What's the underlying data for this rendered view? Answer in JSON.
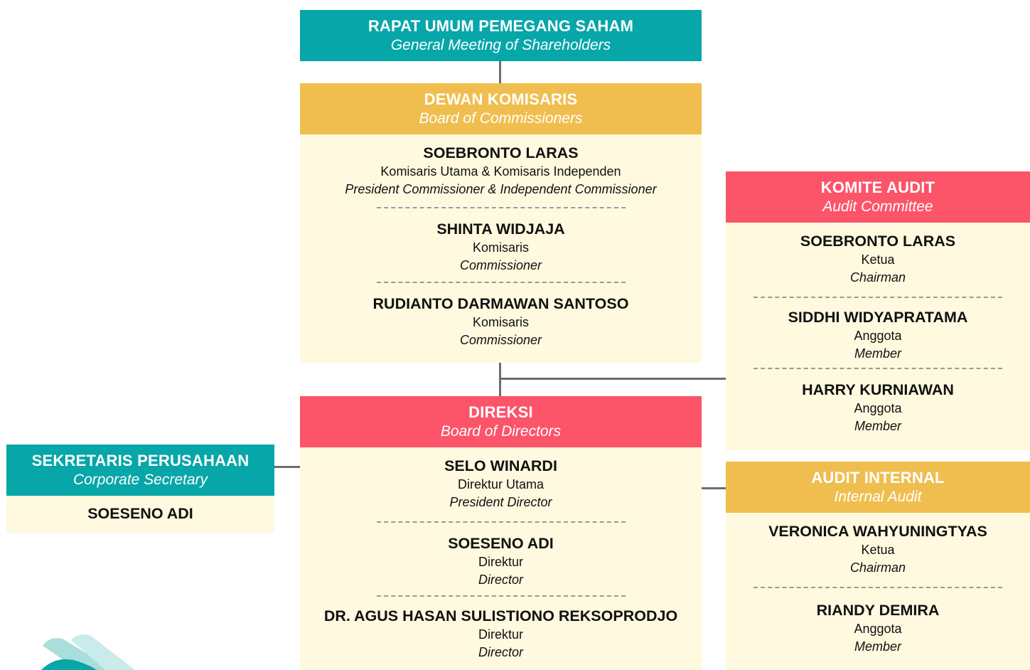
{
  "gms": {
    "title": "RAPAT UMUM PEMEGANG SAHAM",
    "subtitle": "General Meeting of Shareholders"
  },
  "boc": {
    "title": "DEWAN KOMISARIS",
    "subtitle": "Board of Commissioners",
    "members": [
      {
        "name": "SOEBRONTO LARAS",
        "role_id": "Komisaris Utama & Komisaris Independen",
        "role_en": "President Commissioner & Independent Commissioner"
      },
      {
        "name": "SHINTA WIDJAJA",
        "role_id": "Komisaris",
        "role_en": "Commissioner"
      },
      {
        "name": "RUDIANTO DARMAWAN SANTOSO",
        "role_id": "Komisaris",
        "role_en": "Commissioner"
      }
    ]
  },
  "audit_committee": {
    "title": "KOMITE AUDIT",
    "subtitle": "Audit Committee",
    "members": [
      {
        "name": "SOEBRONTO LARAS",
        "role_id": "Ketua",
        "role_en": "Chairman"
      },
      {
        "name": "SIDDHI WIDYAPRATAMA",
        "role_id": "Anggota",
        "role_en": "Member"
      },
      {
        "name": "HARRY KURNIAWAN",
        "role_id": "Anggota",
        "role_en": "Member"
      }
    ]
  },
  "bod": {
    "title": "DIREKSI",
    "subtitle": "Board of Directors",
    "members": [
      {
        "name": "SELO WINARDI",
        "role_id": "Direktur Utama",
        "role_en": "President Director"
      },
      {
        "name": "SOESENO ADI",
        "role_id": "Direktur",
        "role_en": "Director"
      },
      {
        "name": "DR. AGUS HASAN SULISTIONO REKSOPRODJO",
        "role_id": "Direktur",
        "role_en": "Director"
      }
    ]
  },
  "corp_sec": {
    "title": "SEKRETARIS PERUSAHAAN",
    "subtitle": "Corporate Secretary",
    "name": "SOESENO ADI"
  },
  "internal_audit": {
    "title": "AUDIT INTERNAL",
    "subtitle": "Internal Audit",
    "members": [
      {
        "name": "VERONICA WAHYUNINGTYAS",
        "role_id": "Ketua",
        "role_en": "Chairman"
      },
      {
        "name": "RIANDY DEMIRA",
        "role_id": "Anggota",
        "role_en": "Member"
      }
    ]
  },
  "colors": {
    "teal": "#07A6A8",
    "yellow": "#F0BE4F",
    "red": "#FC5469",
    "panel": "#FEF9DF",
    "connector": "#6D6D6D"
  },
  "decoration": {
    "icon": "brand-swoosh-icon"
  }
}
